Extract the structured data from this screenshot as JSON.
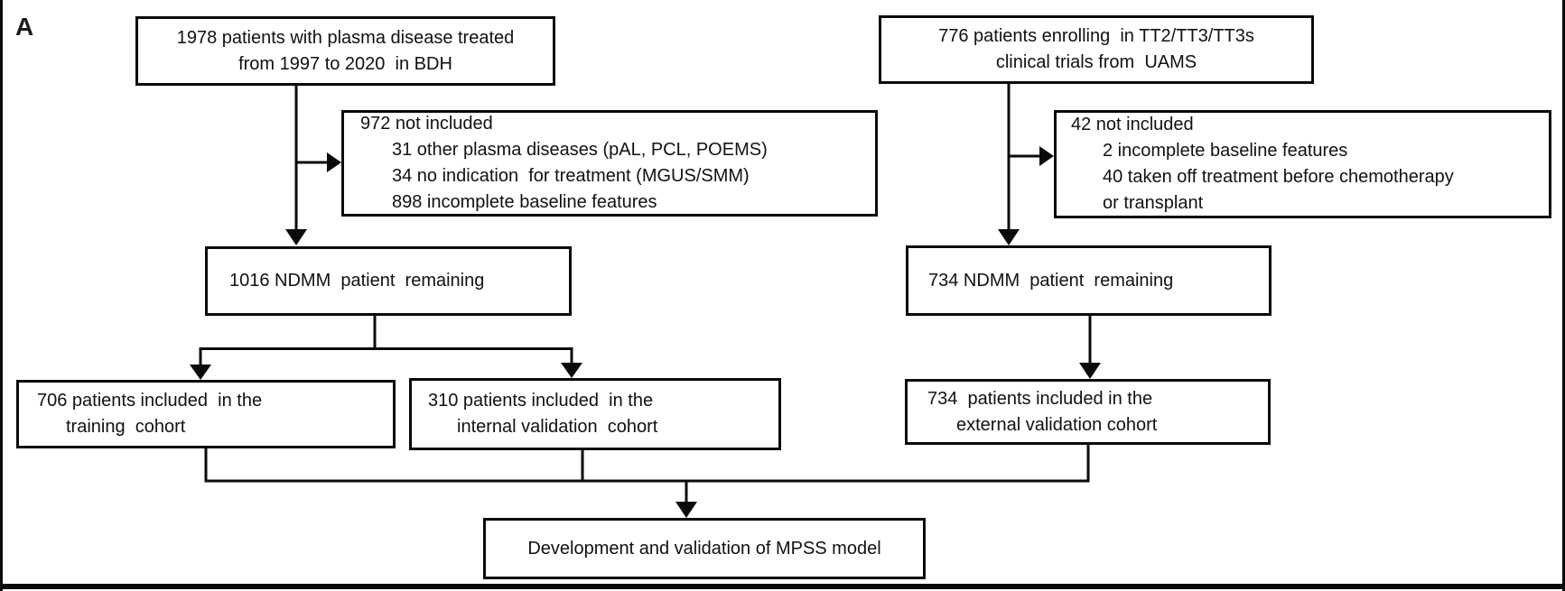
{
  "panel_label": "A",
  "colors": {
    "line": "#0a0a0a",
    "background": "#ffffff",
    "text": "#111111"
  },
  "boxes": {
    "bdh": {
      "line1": "1978 patients with plasma disease treated",
      "line2": "from 1997 to 2020  in BDH"
    },
    "uams": {
      "line1": "776 patients enrolling  in TT2/TT3/TT3s",
      "line2": "clinical trials from  UAMS"
    },
    "excluded_bdh": {
      "line1": "972 not included",
      "line2": "31 other plasma diseases (pAL, PCL, POEMS)",
      "line3": "34 no indication  for treatment (MGUS/SMM)",
      "line4": "898 incomplete baseline features"
    },
    "excluded_uams": {
      "line1": "42 not included",
      "line2": "2 incomplete baseline features",
      "line3": "40 taken off treatment before chemotherapy",
      "line4": "or transplant"
    },
    "remaining_bdh": {
      "line1": "1016 NDMM  patient  remaining"
    },
    "remaining_uams": {
      "line1": "734 NDMM  patient  remaining"
    },
    "training_cohort": {
      "line1": "706 patients included  in the",
      "line2": "training  cohort"
    },
    "internal_validation_cohort": {
      "line1": "310 patients included  in the",
      "line2": "internal validation  cohort"
    },
    "external_validation_cohort": {
      "line1": "734  patients included in the",
      "line2": "external validation cohort"
    },
    "mpss": {
      "line1": "Development and validation of MPSS model"
    }
  }
}
